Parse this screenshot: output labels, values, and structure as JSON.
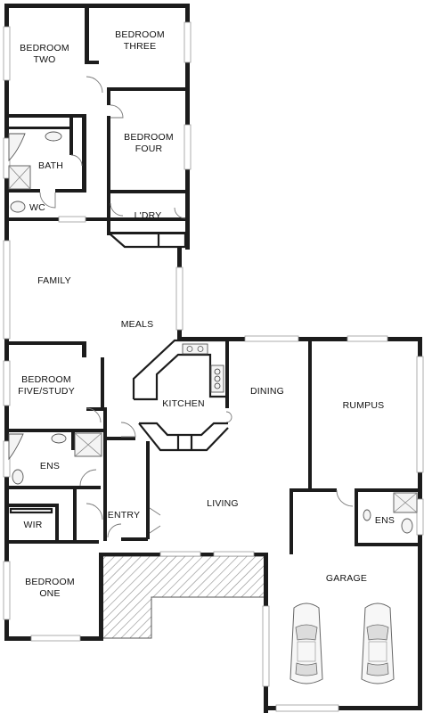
{
  "rooms": {
    "bedroom_two": [
      "BEDROOM",
      "TWO"
    ],
    "bedroom_three": [
      "BEDROOM",
      "THREE"
    ],
    "bedroom_four": [
      "BEDROOM",
      "FOUR"
    ],
    "bath": "BATH",
    "wc": "WC",
    "laundry": "L'DRY",
    "family": "FAMILY",
    "meals": "MEALS",
    "bedroom_five": [
      "BEDROOM",
      "FIVE/STUDY"
    ],
    "kitchen": "KITCHEN",
    "dining": "DINING",
    "rumpus": "RUMPUS",
    "ens_main": "ENS",
    "ens_garage": "ENS",
    "living": "LIVING",
    "wir": "WIR",
    "entry": "ENTRY",
    "bedroom_one": [
      "BEDROOM",
      "ONE"
    ],
    "garage": "GARAGE"
  },
  "icons": {
    "car": "car-icon",
    "shower": "shower-icon",
    "toilet": "toilet-icon",
    "basin": "basin-icon",
    "cooktop": "cooktop-icon",
    "sink": "sink-icon"
  },
  "colors": {
    "wall": "#1c1c1c",
    "background": "#ffffff"
  }
}
